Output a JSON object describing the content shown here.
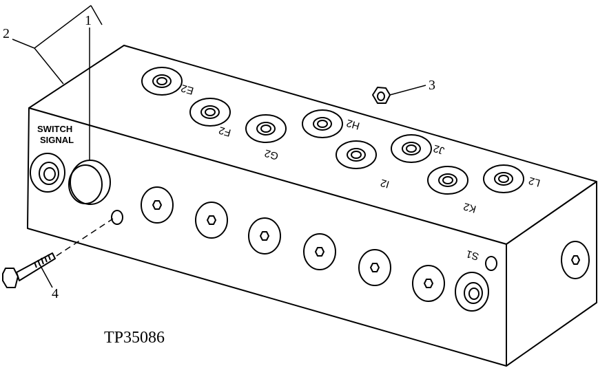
{
  "callouts": {
    "c1": "1",
    "c2": "2",
    "c3": "3",
    "c4": "4"
  },
  "switch_signal": {
    "line1": "SWITCH",
    "line2": "SIGNAL"
  },
  "ports": {
    "e2": "E2",
    "f2": "F2",
    "g2": "G2",
    "h2": "H2",
    "i2": "I2",
    "j2": "J2",
    "k2": "K2",
    "l2": "L2",
    "s1": "S1"
  },
  "figure_id": "TP35086"
}
